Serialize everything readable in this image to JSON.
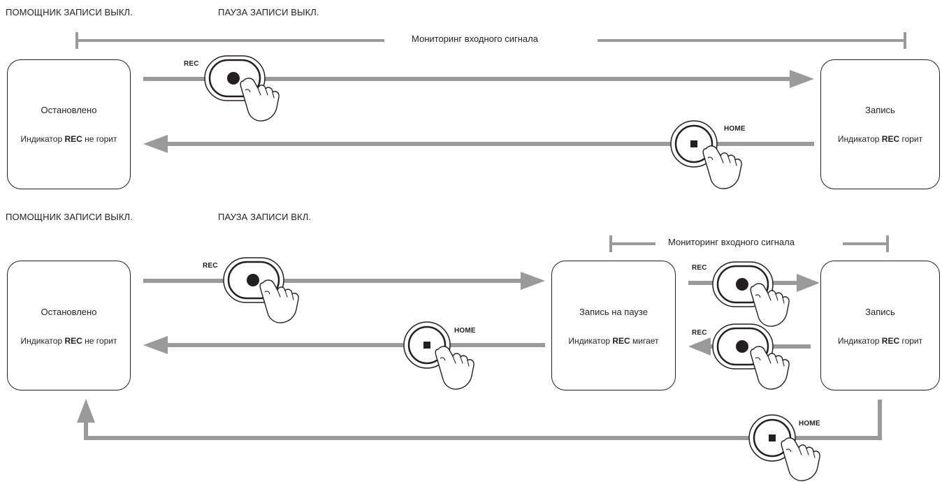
{
  "top": {
    "assist_label": "ПОМОЩНИК ЗАПИСИ ВЫКЛ.",
    "pause_label": "ПАУЗА ЗАПИСИ ВЫКЛ.",
    "monitoring_label": "Мониторинг входного сигнала",
    "stopped": {
      "title": "Остановлено",
      "ind_prefix": "Индикатор ",
      "ind_bold": "REC",
      "ind_suffix": " не горит"
    },
    "recording": {
      "title": "Запись",
      "ind_prefix": "Индикатор ",
      "ind_bold": "REC",
      "ind_suffix": " горит"
    },
    "rec_key": "REC",
    "home_key": "HOME"
  },
  "bottom": {
    "assist_label": "ПОМОЩНИК ЗАПИСИ ВЫКЛ.",
    "pause_label": "ПАУЗА ЗАПИСИ ВКЛ.",
    "monitoring_label": "Мониторинг входного сигнала",
    "stopped": {
      "title": "Остановлено",
      "ind_prefix": "Индикатор ",
      "ind_bold": "REC",
      "ind_suffix": " не горит"
    },
    "paused": {
      "title": "Запись на паузе",
      "ind_prefix": "Индикатор ",
      "ind_bold": "REC",
      "ind_suffix": " мигает"
    },
    "recording": {
      "title": "Запись",
      "ind_prefix": "Индикатор ",
      "ind_bold": "REC",
      "ind_suffix": " горит"
    },
    "rec_key_1": "REC",
    "home_key_1": "HOME",
    "rec_key_2": "REC",
    "rec_key_3": "REC",
    "home_key_2": "HOME"
  },
  "colors": {
    "arrow": "#9a9a9a",
    "line": "#231f20",
    "box_border": "#231f20"
  }
}
